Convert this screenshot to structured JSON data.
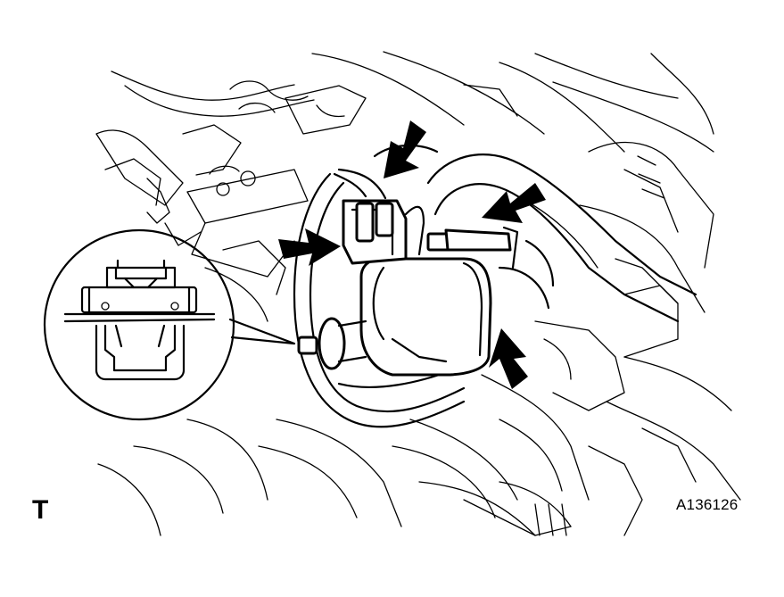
{
  "diagram": {
    "corner_letter": "T",
    "figure_id": "A136126",
    "colors": {
      "line": "#000000",
      "background": "#ffffff"
    },
    "callouts": [
      {
        "name": "clamp-release-arrow-top",
        "icon": "arrow-icon"
      },
      {
        "name": "clamp-release-arrow-right",
        "icon": "arrow-icon"
      },
      {
        "name": "connector-arrow-left",
        "icon": "arrow-icon"
      },
      {
        "name": "clamp-release-arrow-bottom",
        "icon": "arrow-icon"
      }
    ],
    "inset": {
      "name": "connector-detail-inset",
      "icon": "magnifier-detail-icon"
    }
  }
}
